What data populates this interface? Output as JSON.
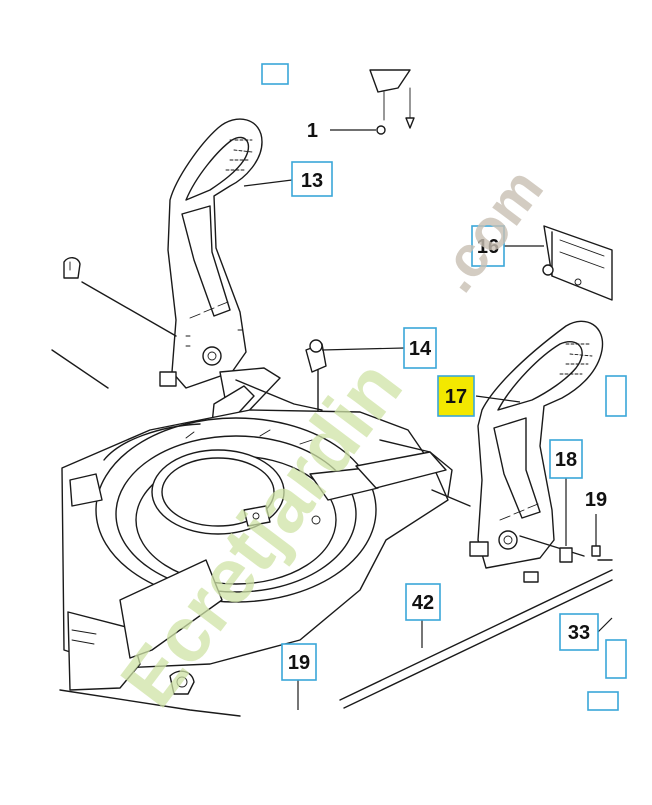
{
  "diagram": {
    "callouts": [
      {
        "id": "c1",
        "label": "1"
      },
      {
        "id": "c13",
        "label": "13"
      },
      {
        "id": "c16",
        "label": "16"
      },
      {
        "id": "c14",
        "label": "14"
      },
      {
        "id": "c17",
        "label": "17"
      },
      {
        "id": "c18",
        "label": "18"
      },
      {
        "id": "c19a",
        "label": "19"
      },
      {
        "id": "c19b",
        "label": "19"
      },
      {
        "id": "c42",
        "label": "42"
      },
      {
        "id": "c33",
        "label": "33"
      }
    ],
    "highlight_color": "#f3e800",
    "box_color": "#3aa6d9"
  },
  "watermark": {
    "brand_green": "Ecretjardin",
    "brand_tail": ".com",
    "colors": {
      "green": "#cfe3a6",
      "grey": "#c9c0b4"
    }
  }
}
